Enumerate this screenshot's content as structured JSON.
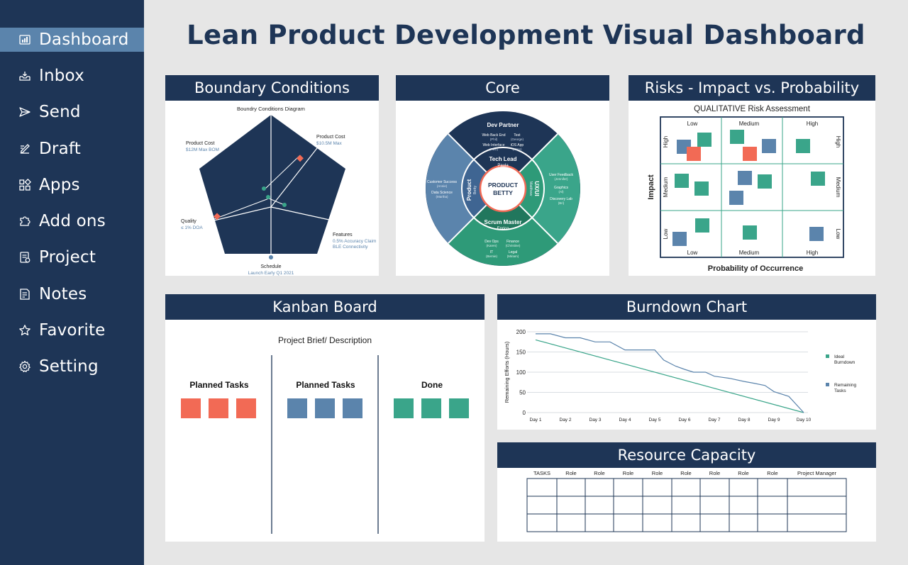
{
  "sidebar": {
    "items": [
      {
        "label": "Dashboard",
        "icon": "dashboard-icon",
        "active": true
      },
      {
        "label": "Inbox",
        "icon": "inbox-icon",
        "active": false
      },
      {
        "label": "Send",
        "icon": "send-icon",
        "active": false
      },
      {
        "label": "Draft",
        "icon": "draft-icon",
        "active": false
      },
      {
        "label": "Apps",
        "icon": "apps-icon",
        "active": false
      },
      {
        "label": "Add ons",
        "icon": "puzzle-icon",
        "active": false
      },
      {
        "label": "Project",
        "icon": "project-icon",
        "active": false
      },
      {
        "label": "Notes",
        "icon": "notes-icon",
        "active": false
      },
      {
        "label": "Favorite",
        "icon": "star-icon",
        "active": false
      },
      {
        "label": "Setting",
        "icon": "gear-icon",
        "active": false
      }
    ]
  },
  "page": {
    "title": "Lean Product Development Visual Dashboard"
  },
  "colors": {
    "navy": "#1e3556",
    "blue": "#5b84ac",
    "teal": "#3aa58a",
    "red": "#f26a55",
    "active_nav": "#5b84ac"
  },
  "boundary": {
    "header": "Boundary Conditions",
    "diagram_title": "Boundry Conditions Diagram",
    "product_cost_left": {
      "label": "Product Cost",
      "value": "$12M Max BOM"
    },
    "product_cost_right": {
      "label": "Product Cost",
      "value": "$10.5M Max"
    },
    "quality": {
      "label": "Quality",
      "value": "≤ 1% DOA"
    },
    "features": {
      "label": "Features",
      "value1": "0.5% Accuracy Claim",
      "value2": "BLE Connectivity"
    },
    "schedule": {
      "label": "Schedule",
      "value": "Launch Early Q1 2021"
    }
  },
  "core": {
    "header": "Core",
    "center": "PRODUCT BETTY",
    "center_line1": "PRODUCT",
    "center_line2": "BETTY",
    "dev_partner": "Dev Partner",
    "dev_items": [
      [
        "Web Back End",
        "(Phil)"
      ],
      [
        "Test",
        "(George)"
      ],
      [
        "Web Interface",
        "(Ravi)"
      ],
      [
        "iOS App",
        "(Mary)"
      ]
    ],
    "tech_lead": "Tech Lead",
    "tech_lead_name": "Paula",
    "scrum_master": "Scrum Master",
    "scrum_master_name": "Enrico",
    "product_label": "Product",
    "product_name": "Betty",
    "uxui_label": "UX/UI",
    "uxui_name": "Matthew",
    "left_items": [
      [
        "Customer Success",
        "(Annie)"
      ],
      [
        "Data Science",
        "(Martha)"
      ]
    ],
    "right_items": [
      [
        "User Feedback",
        "(Jennifer)"
      ],
      [
        "Graphics",
        "(Al)"
      ],
      [
        "Discovery Lab",
        "(Bri)"
      ]
    ],
    "bottom_items": [
      [
        "Dev Ops",
        "(Karen)"
      ],
      [
        "Finance",
        "(Christine)"
      ],
      [
        "IT",
        "(Bernie)"
      ],
      [
        "Legal",
        "(Miriam)"
      ]
    ]
  },
  "risks": {
    "header": "Risks - Impact vs. Probability",
    "title": "QUALITATIVE Risk Assessment",
    "x_axis_label": "Probability of Occurrence",
    "y_axis_label": "Impact",
    "col_labels": [
      "Low",
      "Medium",
      "High"
    ],
    "row_labels": [
      "High",
      "Medium",
      "Low"
    ]
  },
  "kanban": {
    "header": "Kanban Board",
    "brief": "Project Brief/ Description",
    "columns": [
      {
        "title": "Planned Tasks",
        "color": "#f26a55",
        "cards": 3
      },
      {
        "title": "Planned Tasks",
        "color": "#5b84ac",
        "cards": 3
      },
      {
        "title": "Done",
        "color": "#3aa58a",
        "cards": 3
      }
    ]
  },
  "burndown": {
    "header": "Burndown Chart"
  },
  "chart_data": {
    "type": "line",
    "title": "",
    "ylabel": "Remaining Efforts (Hours)",
    "xlabel": "",
    "categories": [
      "Day 1",
      "Day 2",
      "Day 3",
      "Day 4",
      "Day 5",
      "Day 6",
      "Day 7",
      "Day 8",
      "Day 9",
      "Day 10"
    ],
    "ylim": [
      0,
      200
    ],
    "yticks": [
      0,
      50,
      100,
      150,
      200
    ],
    "grid": true,
    "legend": "right",
    "series": [
      {
        "name": "Ideal Burndown",
        "color": "#3aa58a",
        "x": [
          1,
          10
        ],
        "values": [
          180,
          0
        ]
      },
      {
        "name": "Remaining Tasks",
        "color": "#5b84ac",
        "x": [
          1,
          1.5,
          2,
          2.5,
          3,
          3.5,
          4,
          4.5,
          5,
          5.3,
          5.7,
          6,
          6.3,
          6.7,
          7,
          7.5,
          8,
          8.3,
          8.7,
          9,
          9.5,
          10
        ],
        "values": [
          195,
          195,
          185,
          185,
          175,
          175,
          155,
          155,
          155,
          130,
          115,
          107,
          100,
          100,
          90,
          85,
          77,
          73,
          67,
          52,
          40,
          0
        ]
      }
    ]
  },
  "resource": {
    "header": "Resource Capacity",
    "columns": [
      "TASKS",
      "Role",
      "Role",
      "Role",
      "Role",
      "Role",
      "Role",
      "Role",
      "Role",
      "Project Manager"
    ]
  }
}
